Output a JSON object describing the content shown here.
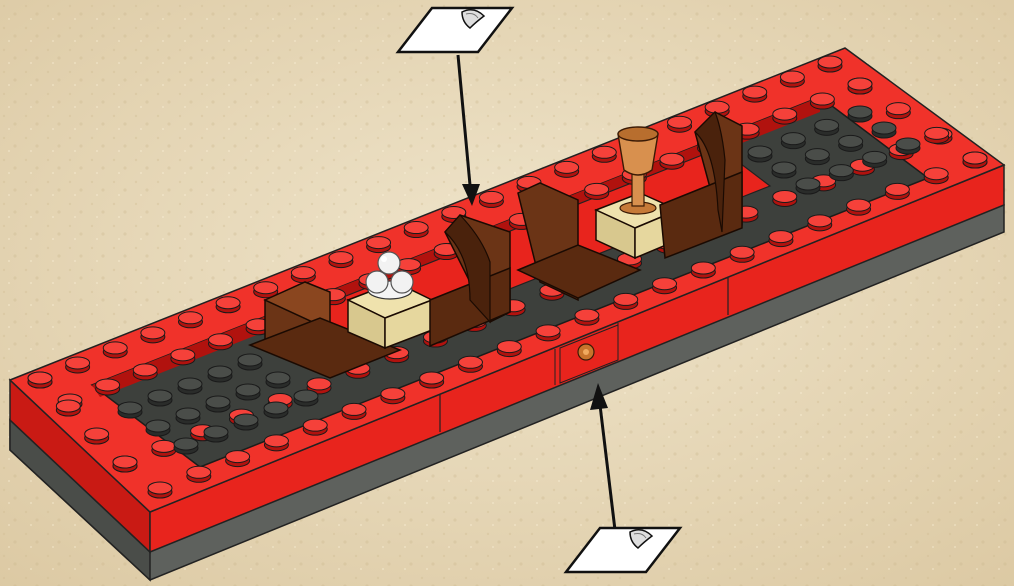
{
  "scene": {
    "subject": "lego-build-step",
    "parts": [
      "red-base-frame",
      "dark-gray-baseplate",
      "brown-chairs",
      "tan-pedestals",
      "white-stud-stack",
      "bronze-goblet",
      "round-tile-sticker"
    ],
    "callouts": [
      "sticker-callout-top",
      "sticker-callout-bottom"
    ]
  },
  "colors": {
    "background": "#e9dcc0",
    "frame_red": "#e8241d",
    "frame_red_light": "#f5413a",
    "frame_red_dark": "#b1120e",
    "base_gray": "#5e615d",
    "base_gray_dark": "#3f423f",
    "baseplate": "#3d403c",
    "chair_brown": "#6b3416",
    "chair_brown_dark": "#4a220c",
    "tan": "#e6d79e",
    "goblet": "#d8904e",
    "white": "#f2f2f2",
    "ink": "#111111"
  }
}
